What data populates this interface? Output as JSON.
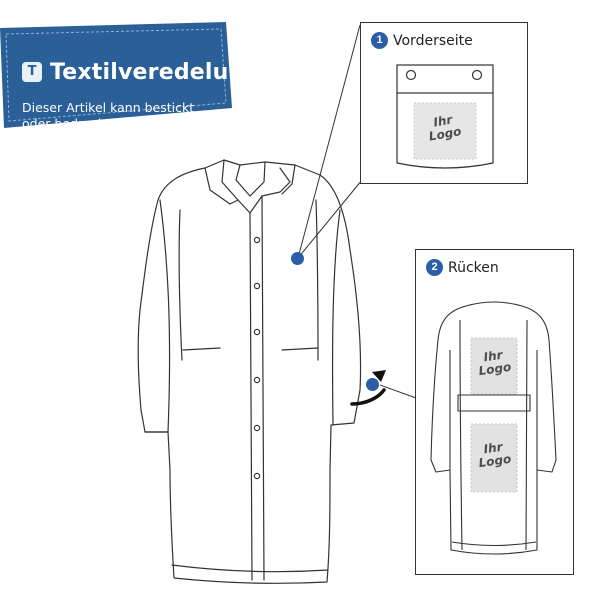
{
  "banner": {
    "logo_glyph": "T",
    "title": "Textilveredelung",
    "subtitle_line1": "Dieser Artikel kann bestickt",
    "subtitle_line2": "oder bedruckt werden.",
    "color": "#2a5f98"
  },
  "front_box": {
    "number": "1",
    "label": "Vorderseite",
    "logo_line1": "Ihr",
    "logo_line2": "Logo"
  },
  "back_box": {
    "number": "2",
    "label": "Rücken",
    "logo_top_line1": "Ihr",
    "logo_top_line2": "Logo",
    "logo_bottom_line1": "Ihr",
    "logo_bottom_line2": "Logo"
  },
  "colors": {
    "accent": "#2b5ea6",
    "outline": "#333333",
    "logo_area": "#e4e4e4"
  },
  "icons": [
    "rotate-arrow-icon",
    "location-marker-icon"
  ]
}
